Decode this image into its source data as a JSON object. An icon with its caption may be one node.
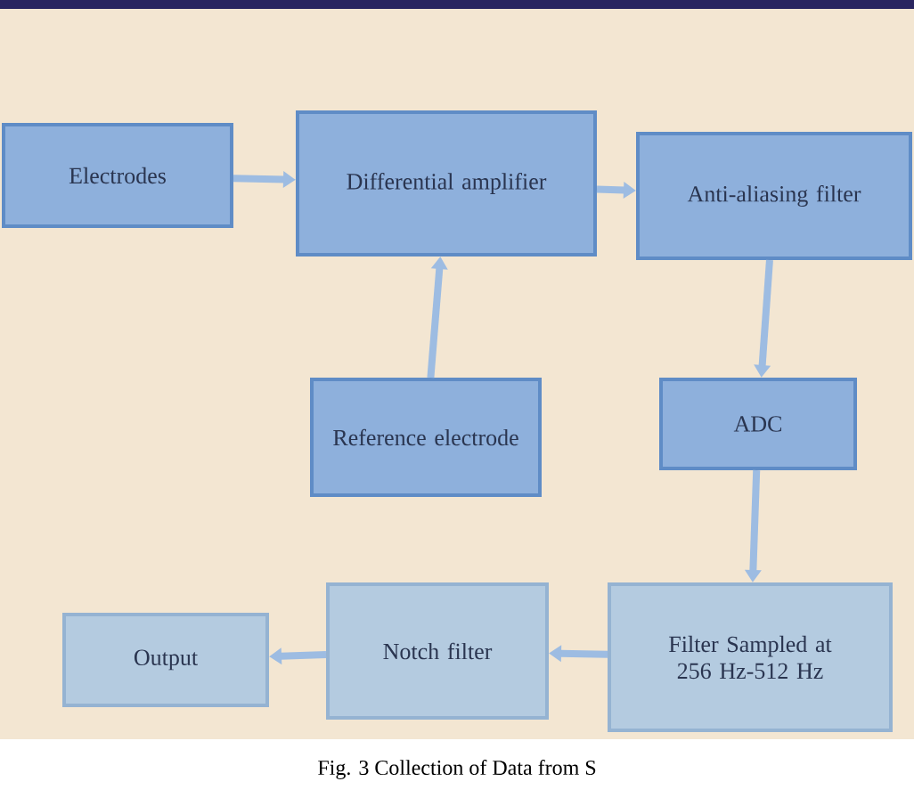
{
  "diagram": {
    "caption": "Fig. 3 Collection of Data from S",
    "nodes": [
      {
        "text": [
          "Electrodes"
        ]
      },
      {
        "text": [
          "Differential amplifier"
        ]
      },
      {
        "text": [
          "Anti-aliasing filter"
        ]
      },
      {
        "text": [
          "Reference electrode"
        ]
      },
      {
        "text": [
          "ADC"
        ]
      },
      {
        "text": [
          "Filter Sampled at 256 Hz-512 Hz"
        ]
      },
      {
        "text": [
          "Notch filter"
        ]
      },
      {
        "text": [
          "Output"
        ]
      }
    ],
    "edges": [
      {
        "from": 0,
        "to": 1,
        "arrow": "to"
      },
      {
        "from": 3,
        "to": 1,
        "arrow": "to"
      },
      {
        "from": 1,
        "to": 2,
        "arrow": "to"
      },
      {
        "from": 2,
        "to": 4,
        "arrow": "to"
      },
      {
        "from": 4,
        "to": 5,
        "arrow": "to"
      },
      {
        "from": 5,
        "to": 6,
        "arrow": "to"
      },
      {
        "from": 6,
        "to": 7,
        "arrow": "to"
      }
    ]
  }
}
